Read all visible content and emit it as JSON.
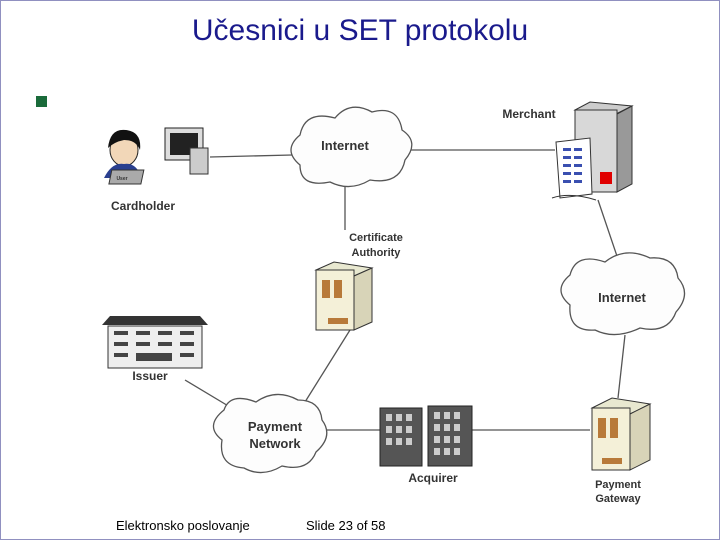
{
  "slide": {
    "title": "Učesnici u SET protokolu",
    "footer_left": "Elektronsko poslovanje",
    "footer_right": "Slide 23 of 58"
  },
  "diagram": {
    "labels": {
      "merchant": "Merchant",
      "internet_top": "Internet",
      "internet_right": "Internet",
      "cardholder": "Cardholder",
      "user_small": "User",
      "ca_line1": "Certificate",
      "ca_line2": "Authority",
      "issuer": "Issuer",
      "pn_line1": "Payment",
      "pn_line2": "Network",
      "acquirer": "Acquirer",
      "pg_line1": "Payment",
      "pg_line2": "Gateway"
    }
  }
}
